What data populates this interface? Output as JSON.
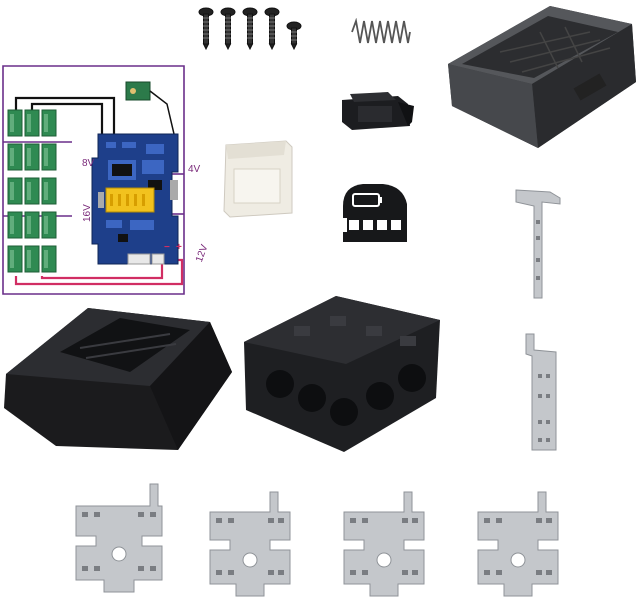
{
  "wiring": {
    "labels": [
      "8V",
      "4V",
      "16V",
      "12V"
    ],
    "terminal_minus": "−",
    "terminal_plus": "+"
  },
  "colors": {
    "board": "#1e3f8a",
    "cell": "#2f8a52",
    "wire_frame": "#6a2f8a",
    "wire_red": "#d12e63",
    "plastic": "#1b1b1d",
    "metal": "#c4c7cb"
  },
  "icons": [
    "screw-icon",
    "spring-icon",
    "battery-indicator-icon"
  ]
}
